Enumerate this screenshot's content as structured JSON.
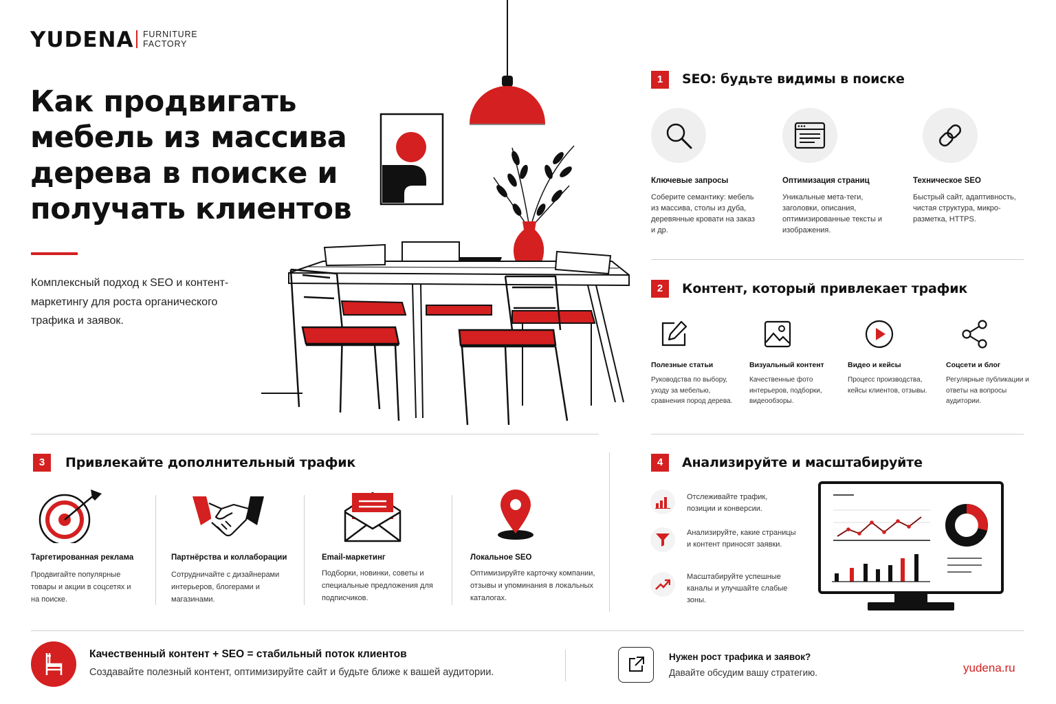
{
  "brand": {
    "name": "YUDENA",
    "tagline_line1": "FURNITURE",
    "tagline_line2": "FACTORY"
  },
  "hero": {
    "title": "Как продвигать мебель из массива дерева в поиске и получать клиентов",
    "subtitle": "Комплексный подход к SEO и контент-маркетингу для роста органического трафика и заявок."
  },
  "section1": {
    "number": "1",
    "title": "SEO: будьте видимы в поиске",
    "items": [
      {
        "icon": "search-icon",
        "title": "Ключевые запросы",
        "text": "Соберите семантику: мебель из массива, столы из дуба, деревянные кровати на заказ и др."
      },
      {
        "icon": "browser-page-icon",
        "title": "Оптимизация страниц",
        "text": "Уникальные мета-теги, заголовки, описания, оптимизированные тексты и изображения."
      },
      {
        "icon": "link-icon",
        "title": "Техническое SEO",
        "text": "Быстрый сайт, адаптивность, чистая структура, микро-разметка, HTTPS."
      }
    ]
  },
  "section2": {
    "number": "2",
    "title": "Контент, который привлекает трафик",
    "items": [
      {
        "icon": "edit-icon",
        "title": "Полезные статьи",
        "text": "Руководства по выбору, уходу за мебелью, сравнения пород дерева."
      },
      {
        "icon": "image-icon",
        "title": "Визуальный контент",
        "text": "Качественные фото интерьеров, подборки, видеообзоры."
      },
      {
        "icon": "play-icon",
        "title": "Видео и кейсы",
        "text": "Процесс производства, кейсы клиентов, отзывы."
      },
      {
        "icon": "share-icon",
        "title": "Соцсети и блог",
        "text": "Регулярные публикации и ответы на вопросы аудитории."
      }
    ]
  },
  "section3": {
    "number": "3",
    "title": "Привлекайте дополнительный трафик",
    "items": [
      {
        "icon": "target-icon",
        "title": "Таргетированная реклама",
        "text": "Продвигайте популярные товары и акции в соцсетях и на поиске."
      },
      {
        "icon": "handshake-icon",
        "title": "Партнёрства и коллаборации",
        "text": "Сотрудничайте с дизайнерами интерьеров, блогерами и магазинами."
      },
      {
        "icon": "envelope-icon",
        "title": "Email-маркетинг",
        "text": "Подборки, новинки, советы и специальные предложения для подписчиков."
      },
      {
        "icon": "location-pin-icon",
        "title": "Локальное SEO",
        "text": "Оптимизируйте карточку компании, отзывы и упоминания в локальных каталогах."
      }
    ]
  },
  "section4": {
    "number": "4",
    "title": "Анализируйте и масштабируйте",
    "items": [
      {
        "icon": "bar-chart-icon",
        "text": "Отслеживайте трафик, позиции и конверсии."
      },
      {
        "icon": "funnel-icon",
        "text": "Анализируйте, какие страницы и контент приносят заявки."
      },
      {
        "icon": "trend-up-icon",
        "text": "Масштабируйте успешные каналы и улучшайте слабые зоны."
      }
    ]
  },
  "footer": {
    "title": "Качественный контент + SEO = стабильный поток клиентов",
    "text": "Создавайте полезный контент, оптимизируйте сайт и будьте ближе к вашей аудитории.",
    "cta_title": "Нужен рост трафика и заявок?",
    "cta_text": "Давайте обсудим вашу стратегию.",
    "site": "yudena.ru"
  },
  "colors": {
    "accent": "#d42020",
    "text": "#111111",
    "muted": "#333333",
    "divider": "#cfcfcf"
  }
}
